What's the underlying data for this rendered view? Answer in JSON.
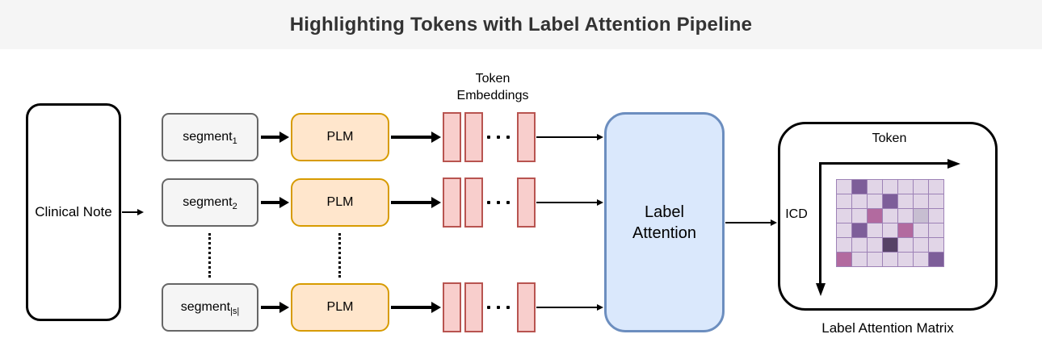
{
  "title": "Highlighting Tokens with Label Attention Pipeline",
  "clinical_note_label": "Clinical Note",
  "token_embeddings_label": {
    "line1": "Token",
    "line2": "Embeddings"
  },
  "rows": [
    {
      "segment_base": "segment",
      "segment_sub": "1",
      "plm_label": "PLM"
    },
    {
      "segment_base": "segment",
      "segment_sub": "2",
      "plm_label": "PLM"
    },
    {
      "segment_base": "segment",
      "segment_sub": "|s|",
      "plm_label": "PLM"
    }
  ],
  "label_attention": {
    "line1": "Label",
    "line2": "Attention"
  },
  "matrix_panel": {
    "token_axis_label": "Token",
    "icd_axis_label": "ICD",
    "caption": "Label Attention Matrix"
  },
  "colors": {
    "title_bar_bg": "#f5f5f5",
    "title_text": "#333333",
    "segment_fill": "#f5f5f5",
    "segment_border": "#666666",
    "plm_fill": "#ffe6cc",
    "plm_border": "#d79b00",
    "embedding_fill": "#f8cecc",
    "embedding_border": "#b85450",
    "attention_fill": "#dae8fc",
    "attention_border": "#6c8ebf",
    "matrix_grid": "#9d82b6",
    "arrow": "#000000"
  },
  "chart_data": {
    "type": "heatmap",
    "title": "Label Attention Matrix",
    "x_axis": "Token",
    "y_axis": "ICD",
    "rows": 6,
    "cols": 7,
    "cells": [
      [
        ".",
        "D",
        ".",
        ".",
        ".",
        ".",
        "."
      ],
      [
        ".",
        ".",
        ".",
        "D",
        ".",
        ".",
        "."
      ],
      [
        ".",
        ".",
        "M",
        ".",
        ".",
        "G",
        "."
      ],
      [
        ".",
        "D",
        ".",
        ".",
        "M",
        ".",
        "."
      ],
      [
        ".",
        ".",
        ".",
        "X",
        ".",
        ".",
        "."
      ],
      [
        "M",
        ".",
        ".",
        ".",
        ".",
        ".",
        "D"
      ]
    ],
    "palette": {
      ".": "#e1d5e7",
      "D": "#7d5e99",
      "M": "#b26a9f",
      "G": "#c7bed1",
      "X": "#564266"
    }
  }
}
